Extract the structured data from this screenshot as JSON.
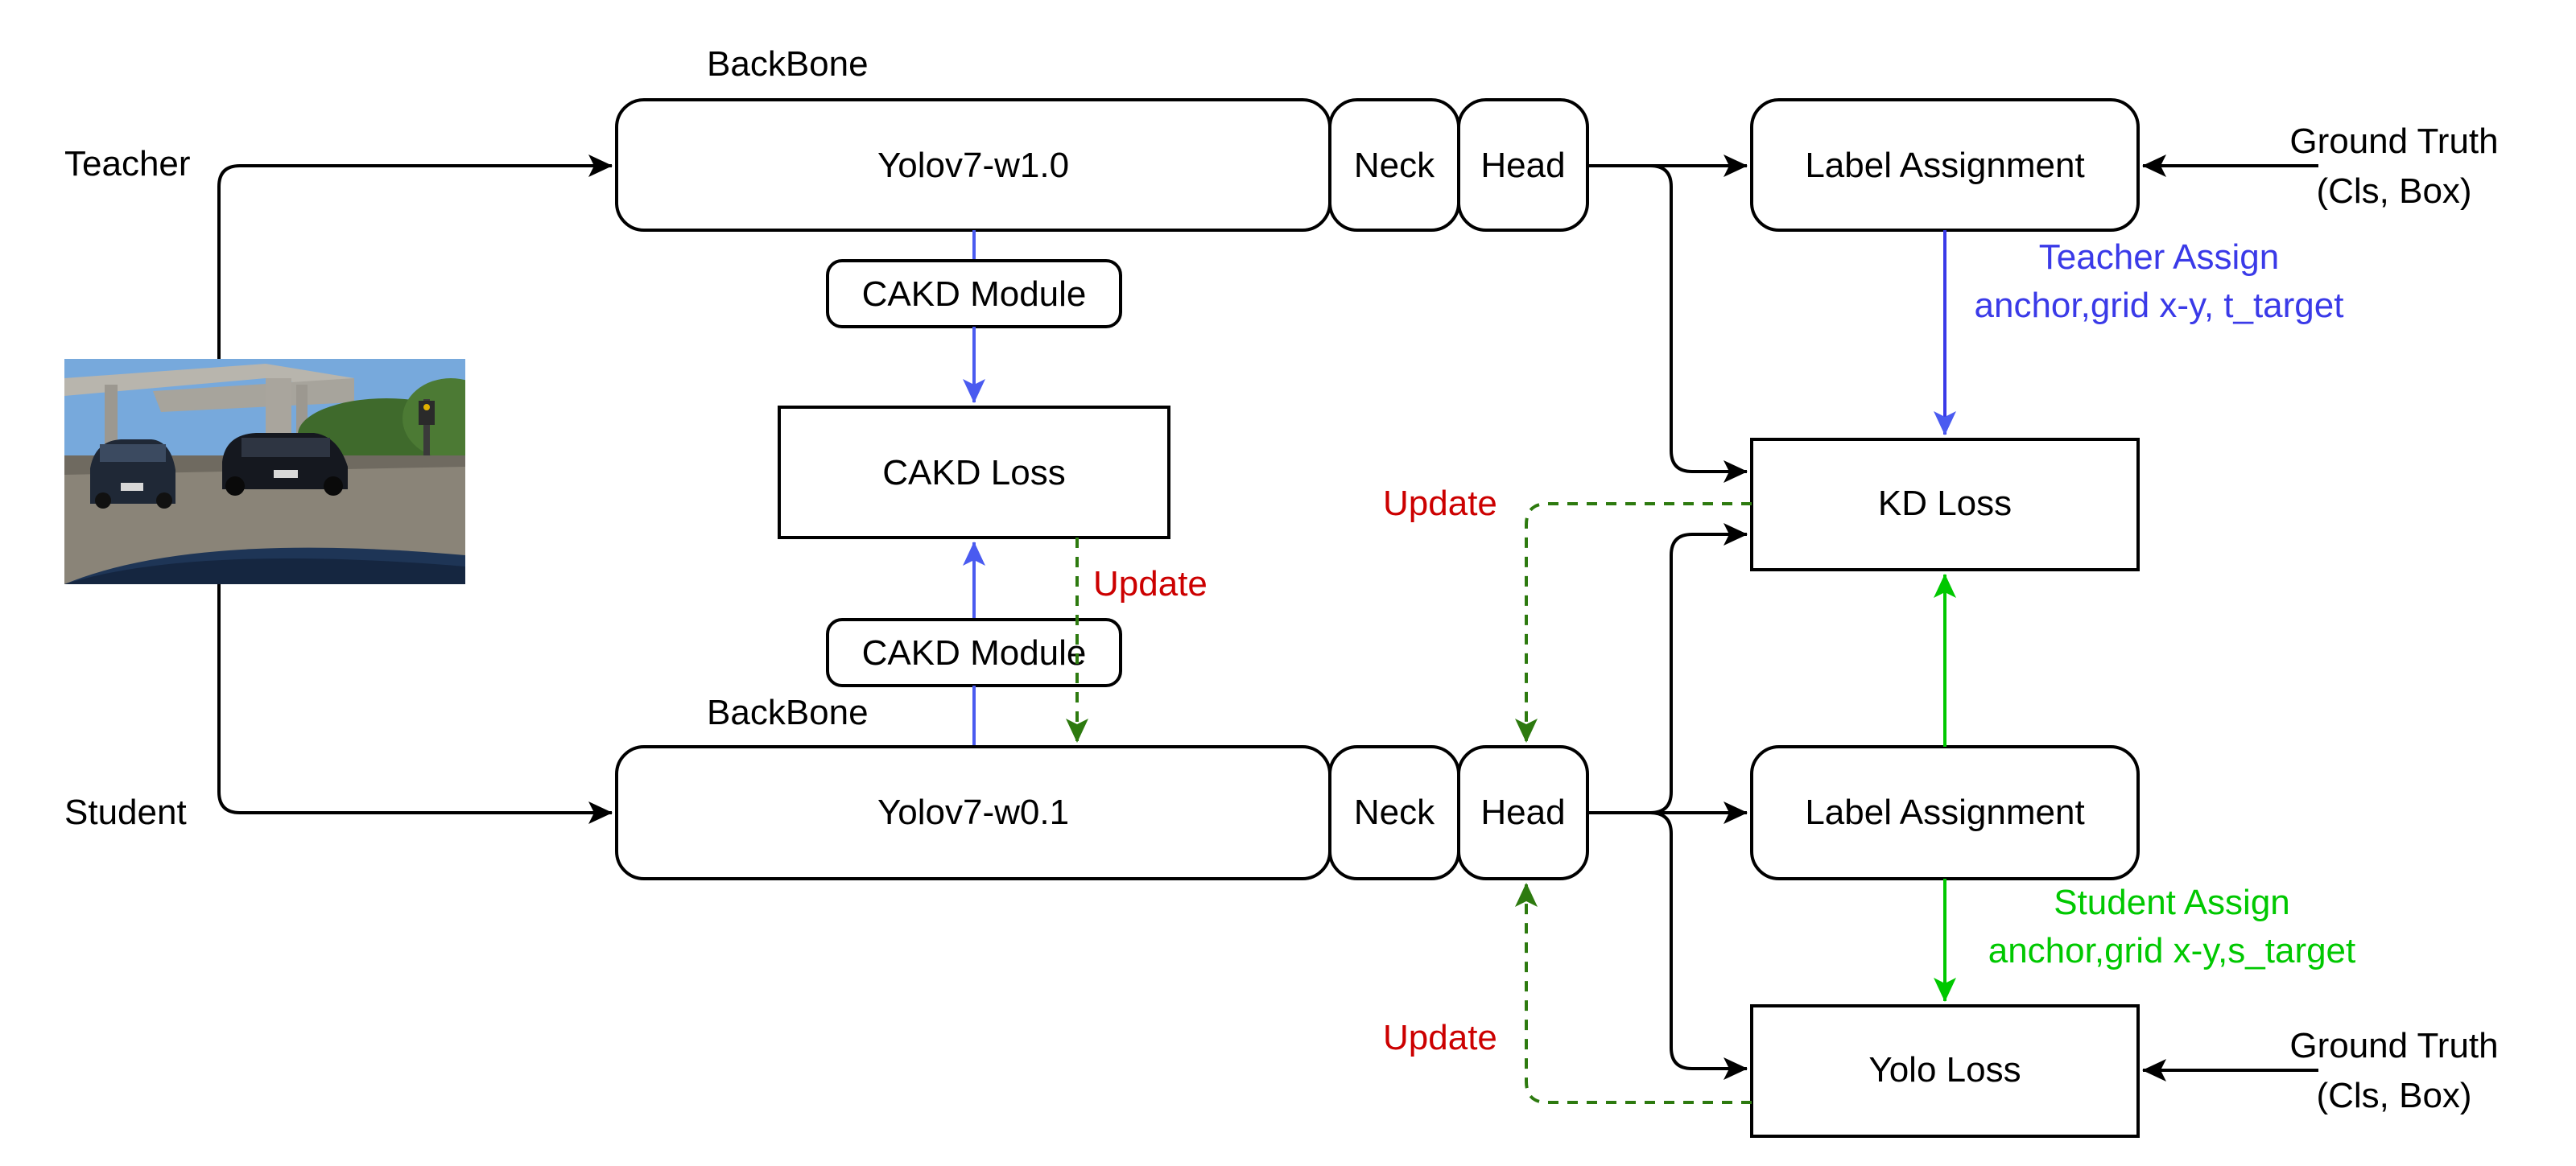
{
  "colors": {
    "line": "#000000",
    "update_text": "#cc0000",
    "update_arrow": "#2d7a0f",
    "teacher_assign": "#3a3ae8",
    "student_assign": "#00c800",
    "cakd_arrow": "#4a5bf0"
  },
  "labels": {
    "teacher": "Teacher",
    "student": "Student",
    "backbone_top": "BackBone",
    "backbone_bottom": "BackBone"
  },
  "teacher_row": {
    "backbone": "Yolov7-w1.0",
    "neck": "Neck",
    "head": "Head",
    "label_assignment": "Label Assignment",
    "ground_truth_line1": "Ground Truth",
    "ground_truth_line2": "(Cls, Box)"
  },
  "student_row": {
    "backbone": "Yolov7-w0.1",
    "neck": "Neck",
    "head": "Head",
    "label_assignment": "Label Assignment",
    "ground_truth_line1": "Ground Truth",
    "ground_truth_line2": "(Cls, Box)"
  },
  "cakd": {
    "module_top": "CAKD Module",
    "module_bottom": "CAKD Module",
    "loss": "CAKD Loss",
    "update": "Update"
  },
  "losses": {
    "kd_loss": "KD Loss",
    "yolo_loss": "Yolo Loss",
    "update_kd": "Update",
    "update_yolo": "Update"
  },
  "assign": {
    "teacher_line1": "Teacher Assign",
    "teacher_line2": "anchor,grid x-y, t_target",
    "student_line1": "Student Assign",
    "student_line2": "anchor,grid x-y,s_target"
  },
  "input_image": {
    "icon": "road-scene-photo"
  }
}
